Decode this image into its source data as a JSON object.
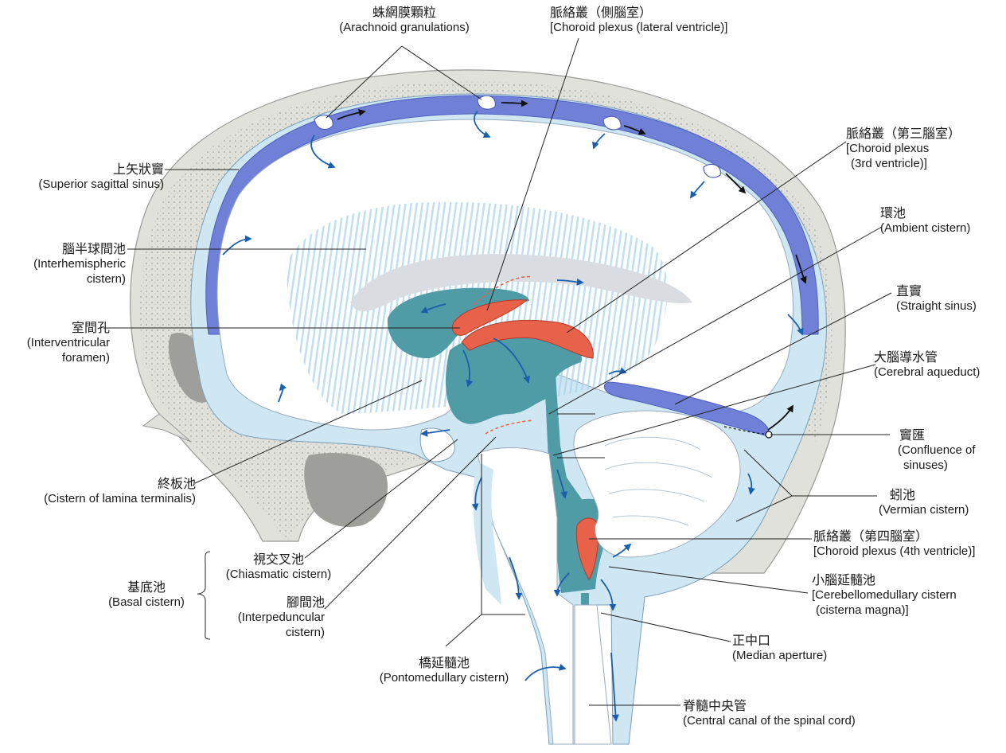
{
  "colors": {
    "csf": "#cfe7f3",
    "csf_dark": "#a9d1e6",
    "sinus": "#6f80d6",
    "sinus_dark": "#4e5fc0",
    "ventricle": "#4f9ba6",
    "choroid": "#e8624a",
    "bone": "#e1e1dc",
    "bone_dot": "#b5b5ad",
    "arrow": "#1a5fae",
    "line": "#222222",
    "gray_sinus": "#9e9e9a"
  },
  "labels": {
    "arachnoid_gran": {
      "zh": "蛛網膜顆粒",
      "en": "(Arachnoid granulations)"
    },
    "choroid_lat": {
      "zh": "脈絡叢（側腦室）",
      "en": "[Choroid plexus (lateral ventricle)]"
    },
    "choroid_3rd": {
      "zh": "脈絡叢（第三腦室）",
      "en1": "[Choroid plexus",
      "en2": "(3rd ventricle)]"
    },
    "superior_sagittal": {
      "zh": "上矢狀竇",
      "en": "(Superior sagittal sinus)"
    },
    "interhemispheric": {
      "zh": "腦半球間池",
      "en1": "(Interhemispheric",
      "en2": "cistern)"
    },
    "ambient": {
      "zh": "環池",
      "en": "(Ambient cistern)"
    },
    "straight_sinus": {
      "zh": "直竇",
      "en": "(Straight sinus)"
    },
    "interventricular": {
      "zh": "室間孔",
      "en1": "(Interventricular",
      "en2": "foramen)"
    },
    "aqueduct": {
      "zh": "大腦導水管",
      "en": "(Cerebral aqueduct)"
    },
    "confluence": {
      "zh": "竇匯",
      "en1": "(Confluence of",
      "en2": "sinuses)"
    },
    "lamina_terminalis": {
      "zh": "終板池",
      "en": "(Cistern of lamina terminalis)"
    },
    "vermian": {
      "zh": "蚓池",
      "en": "(Vermian cistern)"
    },
    "choroid_4th": {
      "zh": "脈絡叢（第四腦室）",
      "en": "[Choroid plexus (4th ventricle)]"
    },
    "chiasmatic": {
      "zh": "視交叉池",
      "en": "(Chiasmatic cistern)"
    },
    "basal": {
      "zh": "基底池",
      "en": "(Basal cistern)"
    },
    "cerebellomedullary": {
      "zh": "小腦延髓池",
      "en1": "[Cerebellomedullary cistern",
      "en2": "(cisterna magna)]"
    },
    "interpeduncular": {
      "zh": "腳間池",
      "en1": "(Interpeduncular",
      "en2": "cistern)"
    },
    "median_aperture": {
      "zh": "正中口",
      "en": "(Median aperture)"
    },
    "pontomedullary": {
      "zh": "橋延髓池",
      "en": "(Pontomedullary cistern)"
    },
    "central_canal": {
      "zh": "脊髓中央管",
      "en": "(Central canal of the spinal cord)"
    }
  }
}
